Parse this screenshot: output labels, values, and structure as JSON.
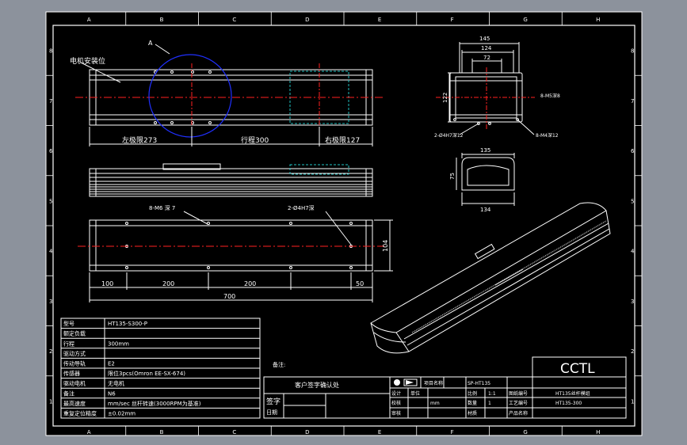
{
  "colors": {
    "background": "#8c929c",
    "paper": "#000000",
    "line": "#ffffff",
    "centerline": "#ff2020",
    "highlight": "#2030ff",
    "hidden": "#20c0c0"
  },
  "frame": {
    "columns": [
      "A",
      "B",
      "C",
      "D",
      "E",
      "F",
      "G",
      "H"
    ],
    "rows": [
      "8",
      "7",
      "6",
      "5",
      "4",
      "3",
      "2",
      "1"
    ]
  },
  "annotations": {
    "motor_label": "电机安装位",
    "detail_a": "A",
    "left_limit": "左极限273",
    "stroke": "行程300",
    "right_limit": "右极限127",
    "hole_note_1": "8-M6 深 7",
    "hole_note_2": "2-Ø4H7深",
    "dim_100": "100",
    "dim_200a": "200",
    "dim_200b": "200",
    "dim_50": "50",
    "dim_700": "700",
    "dim_104": "104",
    "end_w145": "145",
    "end_w124": "124",
    "end_w72": "72",
    "end_h122": "122",
    "end_note_right": "8-M5深8",
    "end_note_hole": "2-Ø4H7深12",
    "end_note_m4": "8-M4深12",
    "sec_w135": "135",
    "sec_w134": "134",
    "sec_h75": "75",
    "sign_note": "备注:",
    "customer_confirm": "客户签字确认处",
    "logo": "CCTL"
  },
  "spec_table": {
    "rows": [
      {
        "label": "型号",
        "value": "HT135-S300-P"
      },
      {
        "label": "额定负载",
        "value": ""
      },
      {
        "label": "行程",
        "value": "300mm"
      },
      {
        "label": "驱动方式",
        "value": ""
      },
      {
        "label": "传动导轨",
        "value": "E2"
      },
      {
        "label": "传感器",
        "value": "限位3pcs(Omron EE-SX-674)"
      },
      {
        "label": "驱动电机",
        "value": "无电机"
      },
      {
        "label": "备注",
        "value": "N6"
      },
      {
        "label": "最高速度",
        "value": "mm/sec 丝杆转速(3000RPM为基准)"
      },
      {
        "label": "重复定位精度",
        "value": "±0.02mm"
      }
    ]
  },
  "title_block": {
    "sign_header": "签字",
    "date": "日期",
    "project_label": "项目名称",
    "project_value": "SP-HT135",
    "design_label": "设计",
    "check_label": "校核",
    "approve_label": "审核",
    "ratio_label": "比例",
    "ratio_value": "1:1",
    "unit_label": "单位",
    "unit_value": "mm",
    "quantity_label": "数量",
    "quantity_value": "1",
    "material_label": "材质",
    "drawing_label": "图纸编号",
    "process_label": "工艺编号",
    "product_label": "产品名称",
    "product_desc": "HT135丝杆模组",
    "drawing_no": "HT135-300"
  }
}
